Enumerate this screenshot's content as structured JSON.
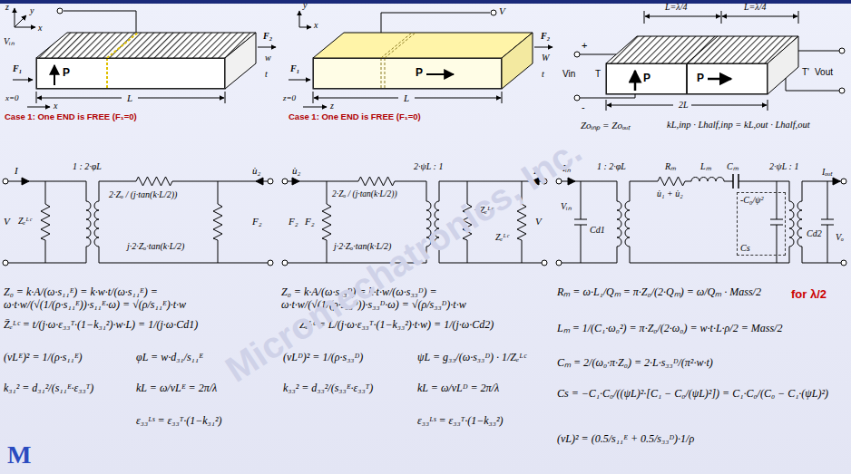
{
  "diagram": {
    "nodes": [
      {
        "text": [
          "P"
        ]
      },
      {
        "text": [
          "P"
        ]
      },
      {
        "text": [
          "P"
        ]
      },
      {
        "text": [
          "P"
        ]
      },
      {
        "text": [
          "-C₀/ψ²",
          "Cs"
        ]
      }
    ],
    "labels": [
      "z",
      "y",
      "x",
      "Vᵢₙ",
      "F₁",
      "F₂",
      "w",
      "t",
      "L",
      "x=0",
      "x",
      "Case 1: One END is FREE (F₁=0)",
      "y",
      "x",
      "V",
      "F₁",
      "F₂",
      "W",
      "t",
      "L",
      "z=0",
      "z",
      "Case 1: One END is FREE (F₁=0)",
      "L=λ/4",
      "L=λ/4",
      "+",
      "Vin",
      "T",
      "-",
      "T'",
      "Vout",
      "2L",
      "Zoᵢₙₚ = Zoₒᵤₜ",
      "kL,inp · Lhalf,inp = kL,out · Lhalf,out",
      "I",
      "1 : 2·φL",
      "u̇₂",
      "V",
      "Zₑᴸᶜ",
      "2·Zₒ / (j·tan(k·L/2))",
      "j·2·Zₒ·tan(k·L/2)",
      "F₂",
      "u̇₂",
      "2·ψL : 1",
      "I",
      "F₂",
      "F₂",
      "2·Zₒ / (j·tan(k·L/2))",
      "j·2·Zₒ·tan(k·L/2)",
      "−Zₑᴸᶜ",
      "Zₑᴸᶜ",
      "V",
      "Iᵢₙ",
      "1 : 2·φL",
      "Rₘ",
      "Lₘ",
      "Cₘ",
      "2·ψL : 1",
      "Iₒᵤₜ",
      "u̇₁ + u̇₂",
      "Vᵢₙ",
      "Cd1",
      "Cd2",
      "Vₒ",
      "Z₀ = k·A/(ω·s₁₁ᴱ) = k·w·t/(ω·s₁₁ᴱ) = ω·t·w/(√(1/(ρ·s₁₁ᴱ))·s₁₁ᴱ·ω) = √(ρ/s₁₁ᴱ)·t·w",
      "Z̄ₑᴸᶜ = t/(j·ω·ε₃₃ᵀ·(1−k₃₁²)·w·L) = 1/(j·ω·Cd1)",
      "(vLᴱ)² = 1/(ρ·s₁₁ᴱ)",
      "φL = w·d₃₁/s₁₁ᴱ",
      "k₃₁² = d₃₁²/(s₁₁ᴱ·ε₃₃ᵀ)",
      "kL = ω/vLᴱ = 2π/λ",
      "ε₃₃ᴸˢ = ε₃₃ᵀ·(1−k₃₁²)",
      "Z₀ = k·A/(ω·s₃₃ᴰ) = k·t·w/(ω·s₃₃ᴰ) = ω·t·w/(√(1/(ρ·s₃₃ᴰ))·s₃₃ᴰ·ω) = √(ρ/s₃₃ᴰ)·t·w",
      "Zₑᴸᶜ = L/(j·ω·ε₃₃ᵀ·(1−k₃₃²)·t·w) = 1/(j·ω·Cd2)",
      "(vLᴰ)² = 1/(ρ·s₃₃ᴰ)",
      "ψL = g₃₃/(ω·s₃₃ᴰ) · 1/Zₑᴸᶜ",
      "k₃₃² = d₃₃²/(s₃₃ᴱ·ε₃₃ᵀ)",
      "kL = ω/vLᴰ = 2π/λ",
      "ε₃₃ᴸˢ = ε₃₃ᵀ·(1−k₃₃²)",
      "Rₘ = ω·L₁/Qₘ = π·Z₀/(2·Qₘ) = ω/Qₘ · Mass/2",
      "for λ/2",
      "Lₘ = 1/(C₁·ω₀²) = π·Z₀/(2·ω₀) = w·t·L·ρ/2 = Mass/2",
      "Cₘ = 2/(ω₀·π·Z₀) = 2·L·s₃₃ᴰ/(π²·w·t)",
      "Cs = −C₁·C₀/((ψL)²·[C₁ − C₀/(ψL)²]) = C₁·C₀/(C₀ − C₁·(ψL)²)",
      "(vL)² = (0.5/s₁₁ᴱ + 0.5/s₃₃ᴰ)·1/ρ",
      "Micromechatronics, Inc.",
      "M"
    ]
  }
}
